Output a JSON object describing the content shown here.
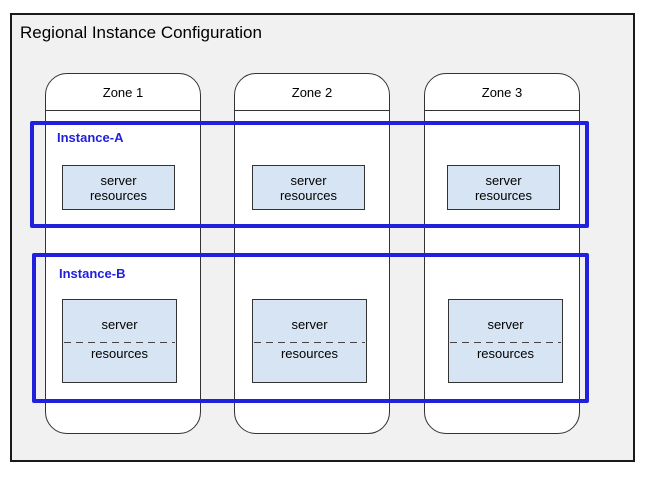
{
  "title": "Regional Instance Configuration",
  "zones": [
    {
      "label": "Zone 1"
    },
    {
      "label": "Zone 2"
    },
    {
      "label": "Zone 3"
    }
  ],
  "instances": [
    {
      "label": "Instance-A"
    },
    {
      "label": "Instance-B"
    }
  ],
  "resource_box": {
    "line1": "server",
    "line2": "resources"
  },
  "colors": {
    "region_fill": "#f1f1f1",
    "outer_border": "#1a1a1a",
    "zone_fill": "#ffffff",
    "line_color": "#333333",
    "instance_border": "#2121dd",
    "instance_label": "#2121dd",
    "resource_fill": "#d7e4f3",
    "dash_color": "#444444"
  }
}
